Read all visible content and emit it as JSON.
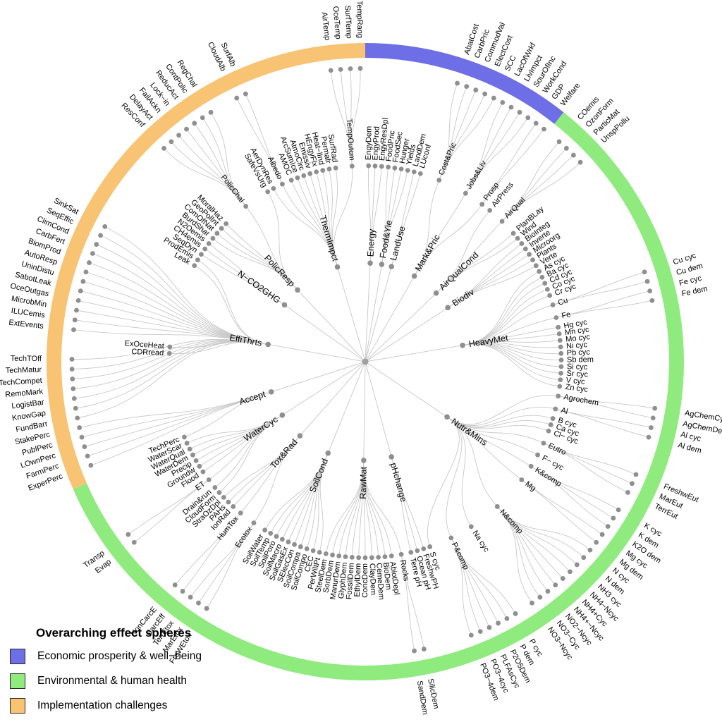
{
  "legend": {
    "title": "Overarching effect spheres",
    "items": [
      {
        "id": "economic",
        "label": "Economic prosperity & well−being",
        "color": "#6E6EE6"
      },
      {
        "id": "environment",
        "label": "Environmental & human health",
        "color": "#8FEB7E"
      },
      {
        "id": "implementation",
        "label": "Implementation challenges",
        "color": "#F8C372"
      }
    ]
  },
  "chart_data": {
    "type": "radial-dendrogram",
    "title": "",
    "layout": {
      "legend_position": "bottom-left",
      "leaf_count": 186,
      "rings": 3
    },
    "spheres": [
      {
        "id": "economic",
        "color": "#6E6EE6",
        "clusters": [
          "Energy",
          "Food&Yie",
          "LandUse",
          "Mark&Pric"
        ]
      },
      {
        "id": "environment",
        "color": "#8FEB7E",
        "clusters": [
          "AirQualCond",
          "Biodiv",
          "HeavyMet",
          "Nutr&Mins",
          "pHchange",
          "RawMat",
          "SoilCond",
          "Tox&Rad",
          "WaterCyc"
        ]
      },
      {
        "id": "implementation",
        "color": "#F8C372",
        "clusters": [
          "Accept",
          "EffiThrts",
          "N−CO2GHG",
          "PolicResp",
          "ThermImpct"
        ]
      }
    ],
    "tree": [
      {
        "name": "Energy",
        "children": [
          {
            "name": "EngyDem"
          },
          {
            "name": "EngyProd"
          },
          {
            "name": "EngyResDpl"
          }
        ]
      },
      {
        "name": "Food&Yie",
        "children": [
          {
            "name": "FoodPric"
          },
          {
            "name": "FoodSec"
          },
          {
            "name": "Hunger"
          },
          {
            "name": "Yields"
          }
        ]
      },
      {
        "name": "LandUse",
        "children": [
          {
            "name": "LandDem"
          },
          {
            "name": "LUconf"
          }
        ]
      },
      {
        "name": "Mark&Pric",
        "children": [
          {
            "name": "Cost&Pric",
            "children": [
              {
                "name": "AbatCost"
              },
              {
                "name": "CarbPric"
              },
              {
                "name": "CommodVal"
              },
              {
                "name": "ElectCost"
              },
              {
                "name": "SCC"
              }
            ]
          },
          {
            "name": "Jobs&Liv",
            "children": [
              {
                "name": "LacOfWrkf"
              },
              {
                "name": "LivImpct"
              },
              {
                "name": "SourOfInc"
              },
              {
                "name": "WorkCond"
              }
            ]
          },
          {
            "name": "Prosp",
            "children": [
              {
                "name": "GDP"
              },
              {
                "name": "Welfare"
              }
            ]
          }
        ]
      },
      {
        "name": "AirQualCond",
        "children": [
          {
            "name": "AirPress"
          },
          {
            "name": "AirQual",
            "children": [
              {
                "name": "COemis"
              },
              {
                "name": "OzonForm"
              },
              {
                "name": "ParticMat"
              },
              {
                "name": "UnspPollu"
              }
            ]
          },
          {
            "name": "PlanBLay"
          },
          {
            "name": "Wind"
          }
        ]
      },
      {
        "name": "Biodiv",
        "children": [
          {
            "name": "BioInteg"
          },
          {
            "name": "Inverte"
          },
          {
            "name": "Microorg"
          },
          {
            "name": "Plants"
          },
          {
            "name": "Verte"
          }
        ]
      },
      {
        "name": "HeavyMet",
        "children": [
          {
            "name": "As cyc"
          },
          {
            "name": "Ba cyc"
          },
          {
            "name": "Cd cyc"
          },
          {
            "name": "Co cyc"
          },
          {
            "name": "Cr cyc"
          },
          {
            "name": "Cu",
            "children": [
              {
                "name": "Cu cyc"
              },
              {
                "name": "Cu dem"
              }
            ]
          },
          {
            "name": "Fe",
            "children": [
              {
                "name": "Fe cyc"
              },
              {
                "name": "Fe dem"
              }
            ]
          },
          {
            "name": "Hg cyc"
          },
          {
            "name": "Mn cyc"
          },
          {
            "name": "Mo cyc"
          },
          {
            "name": "Ni cyc"
          },
          {
            "name": "Pb cyc"
          },
          {
            "name": "Sb dem"
          },
          {
            "name": "Si cyc"
          },
          {
            "name": "Sr cyc"
          },
          {
            "name": "V cyc"
          },
          {
            "name": "Zn cyc"
          }
        ]
      },
      {
        "name": "Nutr&Mins",
        "children": [
          {
            "name": "Agrochem",
            "children": [
              {
                "name": "AgChemCyc"
              },
              {
                "name": "AgChemDem"
              }
            ]
          },
          {
            "name": "Al",
            "children": [
              {
                "name": "Al cyc"
              },
              {
                "name": "Al dem"
              }
            ]
          },
          {
            "name": "B cyc"
          },
          {
            "name": "Ca cyc"
          },
          {
            "name": "Cl− cyc"
          },
          {
            "name": "Eutro",
            "children": [
              {
                "name": "FreshwEut"
              },
              {
                "name": "MarEut"
              },
              {
                "name": "TerrEut"
              }
            ]
          },
          {
            "name": "F− cyc"
          },
          {
            "name": "K&comp",
            "children": [
              {
                "name": "K cyc"
              },
              {
                "name": "K dem"
              },
              {
                "name": "K2O dem"
              }
            ]
          },
          {
            "name": "Mg",
            "children": [
              {
                "name": "Mg cyc"
              },
              {
                "name": "Mg dem"
              }
            ]
          },
          {
            "name": "N&comp",
            "children": [
              {
                "name": "N cyc"
              },
              {
                "name": "N dem"
              },
              {
                "name": "NH3 cyc"
              },
              {
                "name": "NH4−Ncyc"
              },
              {
                "name": "NH4+Cyc"
              },
              {
                "name": "NH4+−Ncyc"
              },
              {
                "name": "NO2−Ncyc"
              },
              {
                "name": "NO3−Cyc"
              },
              {
                "name": "NO3−Ncyc"
              }
            ]
          },
          {
            "name": "Na cyc"
          },
          {
            "name": "P&comp",
            "children": [
              {
                "name": "P cyc"
              },
              {
                "name": "P dem"
              },
              {
                "name": "P2O5Dem"
              },
              {
                "name": "PLFAsCyc"
              },
              {
                "name": "PO3−4cyc"
              },
              {
                "name": "PO3−4dem"
              }
            ]
          },
          {
            "name": "S cyc"
          }
        ]
      },
      {
        "name": "pHchange",
        "children": [
          {
            "name": "FreshwPH"
          },
          {
            "name": "Ocean pH"
          },
          {
            "name": "Terre pH"
          }
        ]
      },
      {
        "name": "RawMat",
        "children": [
          {
            "name": "Rocks",
            "children": [
              {
                "name": "SilicDem"
              },
              {
                "name": "SandDem"
              }
            ]
          },
          {
            "name": "AbiotDepl"
          },
          {
            "name": "BioDem"
          },
          {
            "name": "CemeDem"
          },
          {
            "name": "ClayDem"
          },
          {
            "name": "ConcDem"
          },
          {
            "name": "EthylDem"
          },
          {
            "name": "FossilDem"
          },
          {
            "name": "GlyphDem"
          },
          {
            "name": "ManurDem"
          },
          {
            "name": "SorbDem"
          },
          {
            "name": "SteelDem"
          }
        ]
      },
      {
        "name": "SoilCond",
        "children": [
          {
            "name": "PerWiltPt"
          },
          {
            "name": "CEC"
          },
          {
            "name": "SoilCompo"
          },
          {
            "name": "SoilCompa"
          },
          {
            "name": "SElecCon"
          },
          {
            "name": "SoilGasEx"
          },
          {
            "name": "SoilMacro"
          },
          {
            "name": "SoilPoro"
          },
          {
            "name": "SoilTemp"
          },
          {
            "name": "SoilWater"
          }
        ]
      },
      {
        "name": "Tox&Rad",
        "children": [
          {
            "name": "Ecotox",
            "children": [
              {
                "name": "FreWEtox"
              },
              {
                "name": "MarEtox"
              },
              {
                "name": "TerrEtox"
              }
            ]
          },
          {
            "name": "HumTox",
            "children": [
              {
                "name": "CarcEff"
              },
              {
                "name": "NonCarcE"
              }
            ]
          },
          {
            "name": "IonRad"
          },
          {
            "name": "PAHs"
          },
          {
            "name": "StraOzDpl"
          }
        ]
      },
      {
        "name": "WaterCyc",
        "children": [
          {
            "name": "CloudForm"
          },
          {
            "name": "Drain&run"
          },
          {
            "name": "ET",
            "children": [
              {
                "name": "Evap"
              },
              {
                "name": "Transp"
              }
            ]
          },
          {
            "name": "Flood"
          },
          {
            "name": "Groundw"
          },
          {
            "name": "Precip"
          },
          {
            "name": "WaterDem"
          },
          {
            "name": "WaterQual"
          },
          {
            "name": "WaterScar"
          }
        ]
      },
      {
        "name": "Accept",
        "children": [
          {
            "name": "TechPerc"
          },
          {
            "name": "ExperPerc",
            "ring": 3
          },
          {
            "name": "FarmPerc",
            "ring": 3
          },
          {
            "name": "LOwnPerc",
            "ring": 3
          },
          {
            "name": "PublPerc",
            "ring": 3
          },
          {
            "name": "StakePerc",
            "ring": 3
          }
        ]
      },
      {
        "name": "EffiThrts",
        "children": [
          {
            "name": "FundBarr",
            "ring": 3
          },
          {
            "name": "KnowGap",
            "ring": 3
          },
          {
            "name": "LogistBar",
            "ring": 3
          },
          {
            "name": "RemoMark",
            "ring": 3
          },
          {
            "name": "TechCompet",
            "ring": 3
          },
          {
            "name": "TechMatur",
            "ring": 3
          },
          {
            "name": "TechTOff",
            "ring": 3
          },
          {
            "name": "CDRread"
          },
          {
            "name": "ExOceHeat"
          },
          {
            "name": "ExtEvents",
            "ring": 3
          },
          {
            "name": "ILUCemis",
            "ring": 3
          },
          {
            "name": "MicrobMin",
            "ring": 3
          },
          {
            "name": "OceOutgas",
            "ring": 3
          },
          {
            "name": "SabotLeak",
            "ring": 3
          },
          {
            "name": "UninDistu",
            "ring": 3
          },
          {
            "name": "AutoResp",
            "ring": 3
          },
          {
            "name": "BiomProd",
            "ring": 3
          },
          {
            "name": "CarbFert",
            "ring": 3
          },
          {
            "name": "ClimCond",
            "ring": 3
          },
          {
            "name": "SeqEffic",
            "ring": 3
          },
          {
            "name": "SinkSat",
            "ring": 3
          },
          {
            "name": "Leak"
          },
          {
            "name": "ProdEmis"
          }
        ]
      },
      {
        "name": "N−CO2GHG",
        "children": [
          {
            "name": "SeqDyn"
          },
          {
            "name": "CH4emis"
          },
          {
            "name": "N2Oemis"
          }
        ]
      },
      {
        "name": "PolicResp",
        "children": [
          {
            "name": "BurdShar"
          },
          {
            "name": "ComOfNat"
          },
          {
            "name": "GeoPolInt"
          },
          {
            "name": "MoralHaz"
          },
          {
            "name": "PolicChal",
            "children": [
              {
                "name": "ResConf"
              },
              {
                "name": "DelayAct"
              },
              {
                "name": "FailAckn"
              },
              {
                "name": "Lock−in"
              },
              {
                "name": "ReducAct"
              },
              {
                "name": "ContPolic"
              },
              {
                "name": "RegChal"
              }
            ]
          },
          {
            "name": "SafeVsUrg"
          }
        ]
      },
      {
        "name": "ThermImpct",
        "children": [
          {
            "name": "AerDynRes"
          },
          {
            "name": "Albedo",
            "children": [
              {
                "name": "CloudAlb"
              },
              {
                "name": "SurfAlb"
              }
            ]
          },
          {
            "name": "AMOC"
          },
          {
            "name": "ArcSumIce"
          },
          {
            "name": "AtmoCirc"
          },
          {
            "name": "Emissiv"
          },
          {
            "name": "HEngyFlx"
          },
          {
            "name": "Heat−lInd"
          },
          {
            "name": "Permafr"
          },
          {
            "name": "SurfRad"
          },
          {
            "name": "TempOutcm",
            "children": [
              {
                "name": "AirTemp"
              },
              {
                "name": "OceTemp"
              },
              {
                "name": "SurfTemp"
              },
              {
                "name": "TempRang"
              }
            ]
          }
        ]
      }
    ]
  }
}
